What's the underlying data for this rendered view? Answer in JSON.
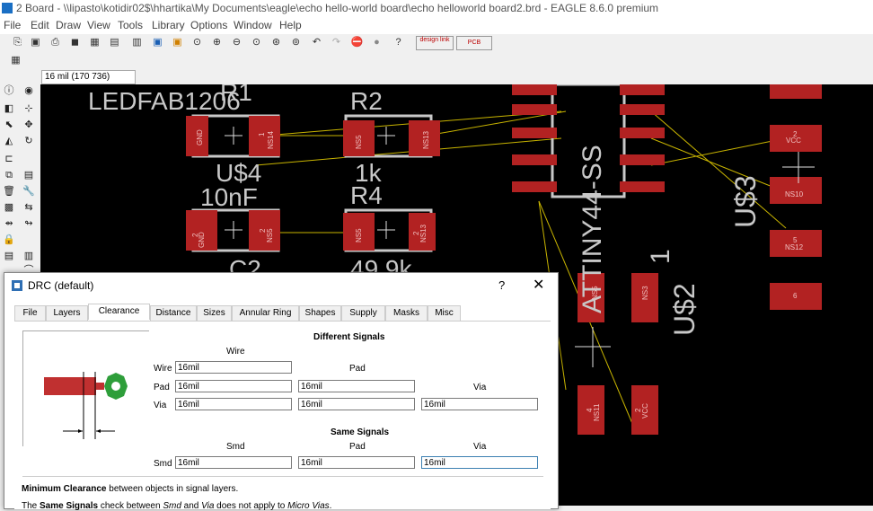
{
  "window": {
    "title": "2 Board - \\\\lipasto\\kotidir02$\\hhartika\\My Documents\\eagle\\echo hello-world board\\echo helloworld board2.brd - EAGLE 8.6.0 premium"
  },
  "menu": [
    "File",
    "Edit",
    "Draw",
    "View",
    "Tools",
    "Library",
    "Options",
    "Window",
    "Help"
  ],
  "toolbar": {
    "design_link": "design link",
    "pcb_quote": "PCB QUOTE"
  },
  "coord": "16 mil (170 736)",
  "board": {
    "texts": [
      "LEDFAB1206",
      "R1",
      "R2",
      "U$4",
      "1k",
      "10nF",
      "R4",
      "C2",
      "49.9k",
      "ATTINY44-SS",
      "U$3",
      "U$2",
      "1"
    ],
    "pads": [
      "GND",
      "1",
      "NS14",
      "NS5",
      "NS13",
      "2",
      "GND",
      "2",
      "NS5",
      "NS5",
      "2",
      "NS13",
      "2",
      "VCC",
      "NS10",
      "5",
      "NS12",
      "6",
      "4",
      "NS11",
      "2",
      "VCC",
      "NS3",
      "NS5"
    ]
  },
  "dialog": {
    "title": "DRC (default)",
    "help": "?",
    "close": "✕",
    "tabs": [
      "File",
      "Layers",
      "Clearance",
      "Distance",
      "Sizes",
      "Annular Ring",
      "Shapes",
      "Supply",
      "Masks",
      "Misc"
    ],
    "active_tab": "Clearance",
    "different_signals": {
      "heading": "Different Signals",
      "col_wire": "Wire",
      "col_pad": "Pad",
      "col_via": "Via",
      "row_wire": "Wire",
      "row_pad": "Pad",
      "row_via": "Via",
      "wire_wire": "16mil",
      "pad_wire": "16mil",
      "pad_pad": "16mil",
      "via_wire": "16mil",
      "via_pad": "16mil",
      "via_via": "16mil"
    },
    "same_signals": {
      "heading": "Same Signals",
      "col_smd": "Smd",
      "col_pad": "Pad",
      "col_via": "Via",
      "row_smd": "Smd",
      "smd_smd": "16mil",
      "smd_pad": "16mil",
      "smd_via": "16mil"
    },
    "desc1_bold": "Minimum Clearance",
    "desc1_rest": " between objects in signal layers.",
    "desc2_a": "The ",
    "desc2_bold": "Same Signals",
    "desc2_b": " check between ",
    "desc2_i1": "Smd",
    "desc2_c": " and ",
    "desc2_i2": "Via",
    "desc2_d": " does not apply to ",
    "desc2_i3": "Micro Vias",
    "desc2_e": "."
  },
  "colors": {
    "pad": "#b22222",
    "canvas": "#000000",
    "silk": "#c8c8c8",
    "airwire": "#c8b400",
    "via_preview": "#2e9e3a"
  }
}
